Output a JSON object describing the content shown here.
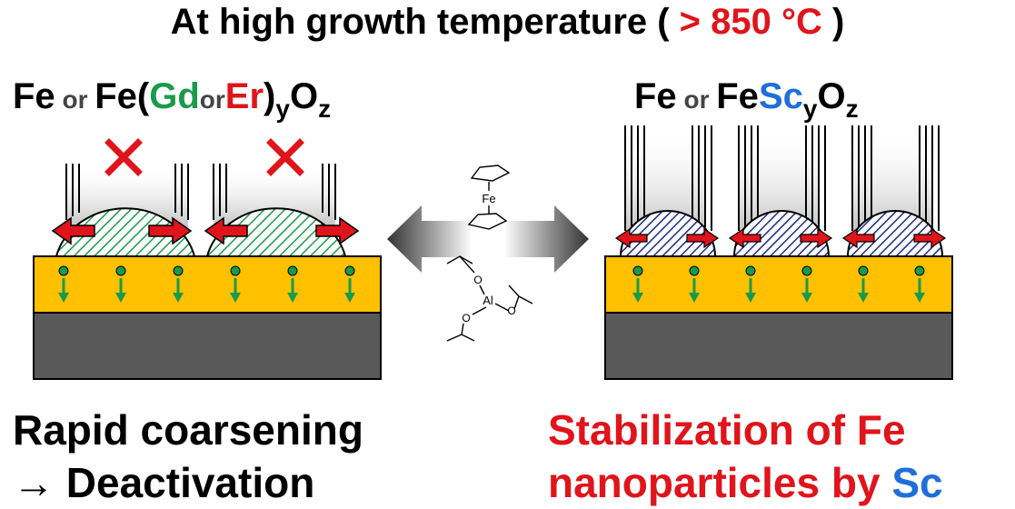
{
  "title": {
    "prefix": "At high growth temperature ( ",
    "highlight": "> 850 °C",
    "suffix": " )"
  },
  "left": {
    "fe": "Fe",
    "or1": " or ",
    "fe2": "Fe(",
    "gd": "Gd",
    "or2": "or",
    "er": "Er",
    "close": ")",
    "sub_y": "y",
    "o": "O",
    "sub_z": "z",
    "caption_line1": "Rapid coarsening",
    "caption_line2": "→ Deactivation"
  },
  "right": {
    "fe": "Fe",
    "or1": " or ",
    "fe2": "Fe",
    "sc": "Sc",
    "sub_y": "y",
    "o": "O",
    "sub_z": "z",
    "caption_line1": "Stabilization of Fe",
    "caption_line2_a": "nanoparticles by ",
    "caption_line2_b": "Sc"
  },
  "molecules": {
    "ferrocene_atom": "Fe",
    "alkoxide_center": "Al",
    "alkoxide_o": "O"
  },
  "colors": {
    "accent_red": "#e0141b",
    "gd_green": "#1a9a4a",
    "sc_blue": "#1f6fd8",
    "support_yellow": "#ffc000",
    "substrate_gray": "#595959"
  }
}
